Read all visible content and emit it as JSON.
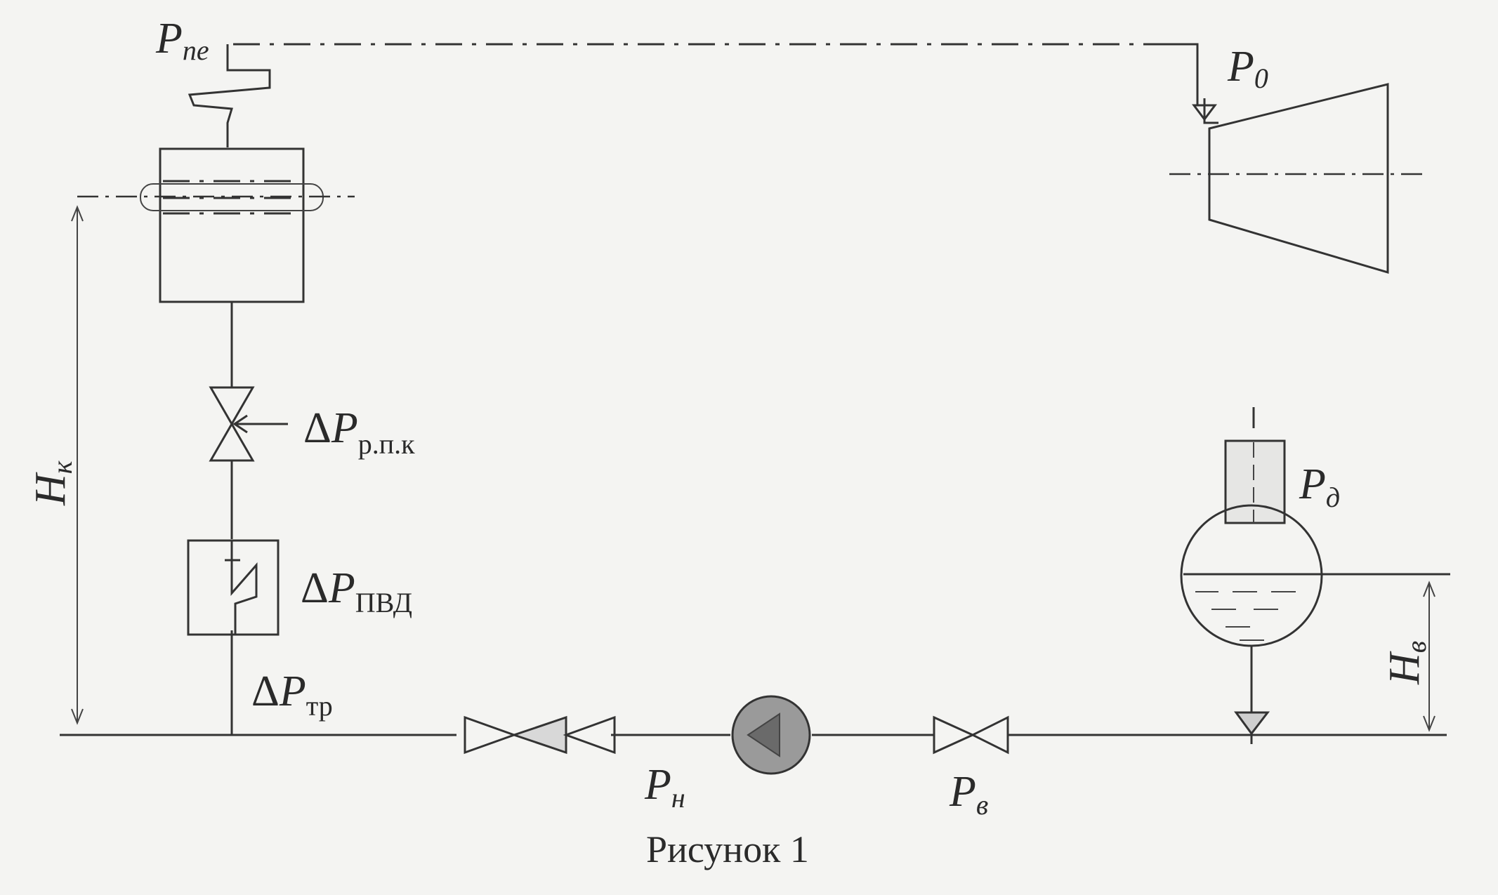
{
  "labels": {
    "p_pe": "P",
    "p_pe_sub": "пе",
    "p_0": "P",
    "p_0_sub": "0",
    "dp_rpk_delta": "Δ",
    "dp_rpk": "P",
    "dp_rpk_sub": "р.п.к",
    "dp_pvd_delta": "Δ",
    "dp_pvd": "P",
    "dp_pvd_sub": "ПВД",
    "dp_tr_delta": "Δ",
    "dp_tr": "P",
    "dp_tr_sub": "тр",
    "h_k": "H",
    "h_k_sub": "к",
    "p_d": "P",
    "p_d_sub": "д",
    "h_v": "H",
    "h_v_sub": "в",
    "p_n": "P",
    "p_n_sub": "н",
    "p_v": "P",
    "p_v_sub": "в"
  },
  "caption": "Рисунок 1",
  "colors": {
    "line": "#333333",
    "background": "#f4f4f2",
    "pump_fill": "#9a9a9a"
  }
}
